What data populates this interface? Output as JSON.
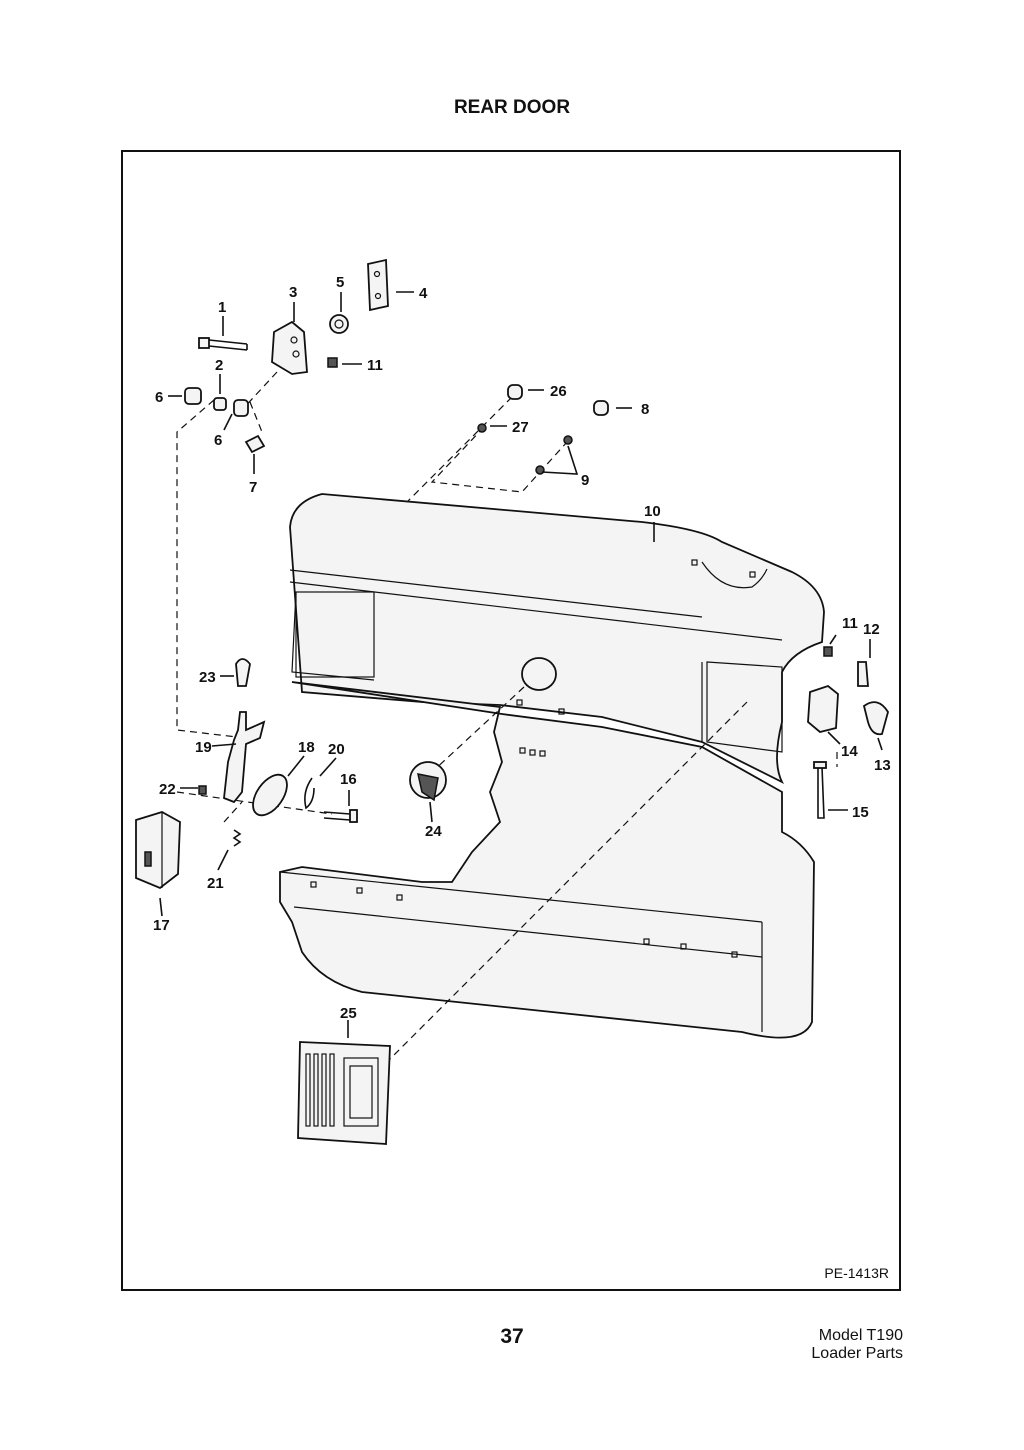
{
  "header": {
    "title": "REAR DOOR"
  },
  "diagram": {
    "drawing_id": "PE-1413R",
    "callouts": {
      "c1": "1",
      "c2": "2",
      "c3": "3",
      "c4": "4",
      "c5": "5",
      "c6a": "6",
      "c6b": "6",
      "c7": "7",
      "c8": "8",
      "c9": "9",
      "c10": "10",
      "c11a": "11",
      "c11b": "11",
      "c12": "12",
      "c13": "13",
      "c14": "14",
      "c15": "15",
      "c16": "16",
      "c17": "17",
      "c18": "18",
      "c19": "19",
      "c20": "20",
      "c21": "21",
      "c22": "22",
      "c23": "23",
      "c24": "24",
      "c25": "25",
      "c26": "26",
      "c27": "27"
    }
  },
  "footer": {
    "page_number": "37",
    "model_line1": "Model T190",
    "model_line2": "Loader Parts"
  }
}
